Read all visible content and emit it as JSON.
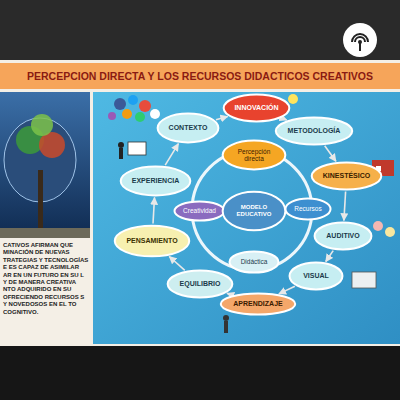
{
  "diagram": {
    "title": "PERCEPCION DIRECTA Y LOS RECURSOS DIDACTICOS CREATIVOS",
    "nodes": [
      {
        "text": [
          "CONTEXTO"
        ]
      },
      {
        "text": [
          "INNOVACIÓN"
        ]
      },
      {
        "text": [
          "METODOLOGÍA"
        ]
      },
      {
        "text": [
          "Percepción directa"
        ]
      },
      {
        "text": [
          "KINESTÉSICO"
        ]
      },
      {
        "text": [
          "EXPERIENCIA"
        ]
      },
      {
        "text": [
          "Creatividad"
        ]
      },
      {
        "text": [
          "MODELO EDUCATIVO"
        ]
      },
      {
        "text": [
          "Recursos"
        ]
      },
      {
        "text": [
          "AUDITIVO"
        ]
      },
      {
        "text": [
          "PENSAMIENTO"
        ]
      },
      {
        "text": [
          "Didáctica"
        ]
      },
      {
        "text": [
          "VISUAL"
        ]
      },
      {
        "text": [
          "EQUILIBRIO"
        ]
      },
      {
        "text": [
          "APRENDIZAJE"
        ]
      }
    ],
    "edges": [
      {
        "from": 0,
        "to": 1,
        "arrow": "to"
      },
      {
        "from": 1,
        "to": 2,
        "arrow": "to"
      },
      {
        "from": 2,
        "to": 4,
        "arrow": "to"
      },
      {
        "from": 4,
        "to": 9,
        "arrow": "to"
      },
      {
        "from": 9,
        "to": 12,
        "arrow": "to"
      },
      {
        "from": 12,
        "to": 14,
        "arrow": "to"
      },
      {
        "from": 14,
        "to": 13,
        "arrow": "to"
      },
      {
        "from": 13,
        "to": 10,
        "arrow": "to"
      },
      {
        "from": 10,
        "to": 5,
        "arrow": "to"
      },
      {
        "from": 5,
        "to": 0,
        "arrow": "to"
      }
    ],
    "labels": [
      "CATIVOS AFIRMAN QUE MINACIÓN DE NUEVAS TRATEGIAS Y TECNOLOGÍAS E ES CAPAZ DE ASIMILAR AR EN UN FUTURO EN SU L Y DE MANERA CREATIVA NTO ADQUIRIDO EN SU OFRECIENDO RECURSOS S Y NOVEDOSOS EN EL TO COGNITIVO."
    ]
  }
}
